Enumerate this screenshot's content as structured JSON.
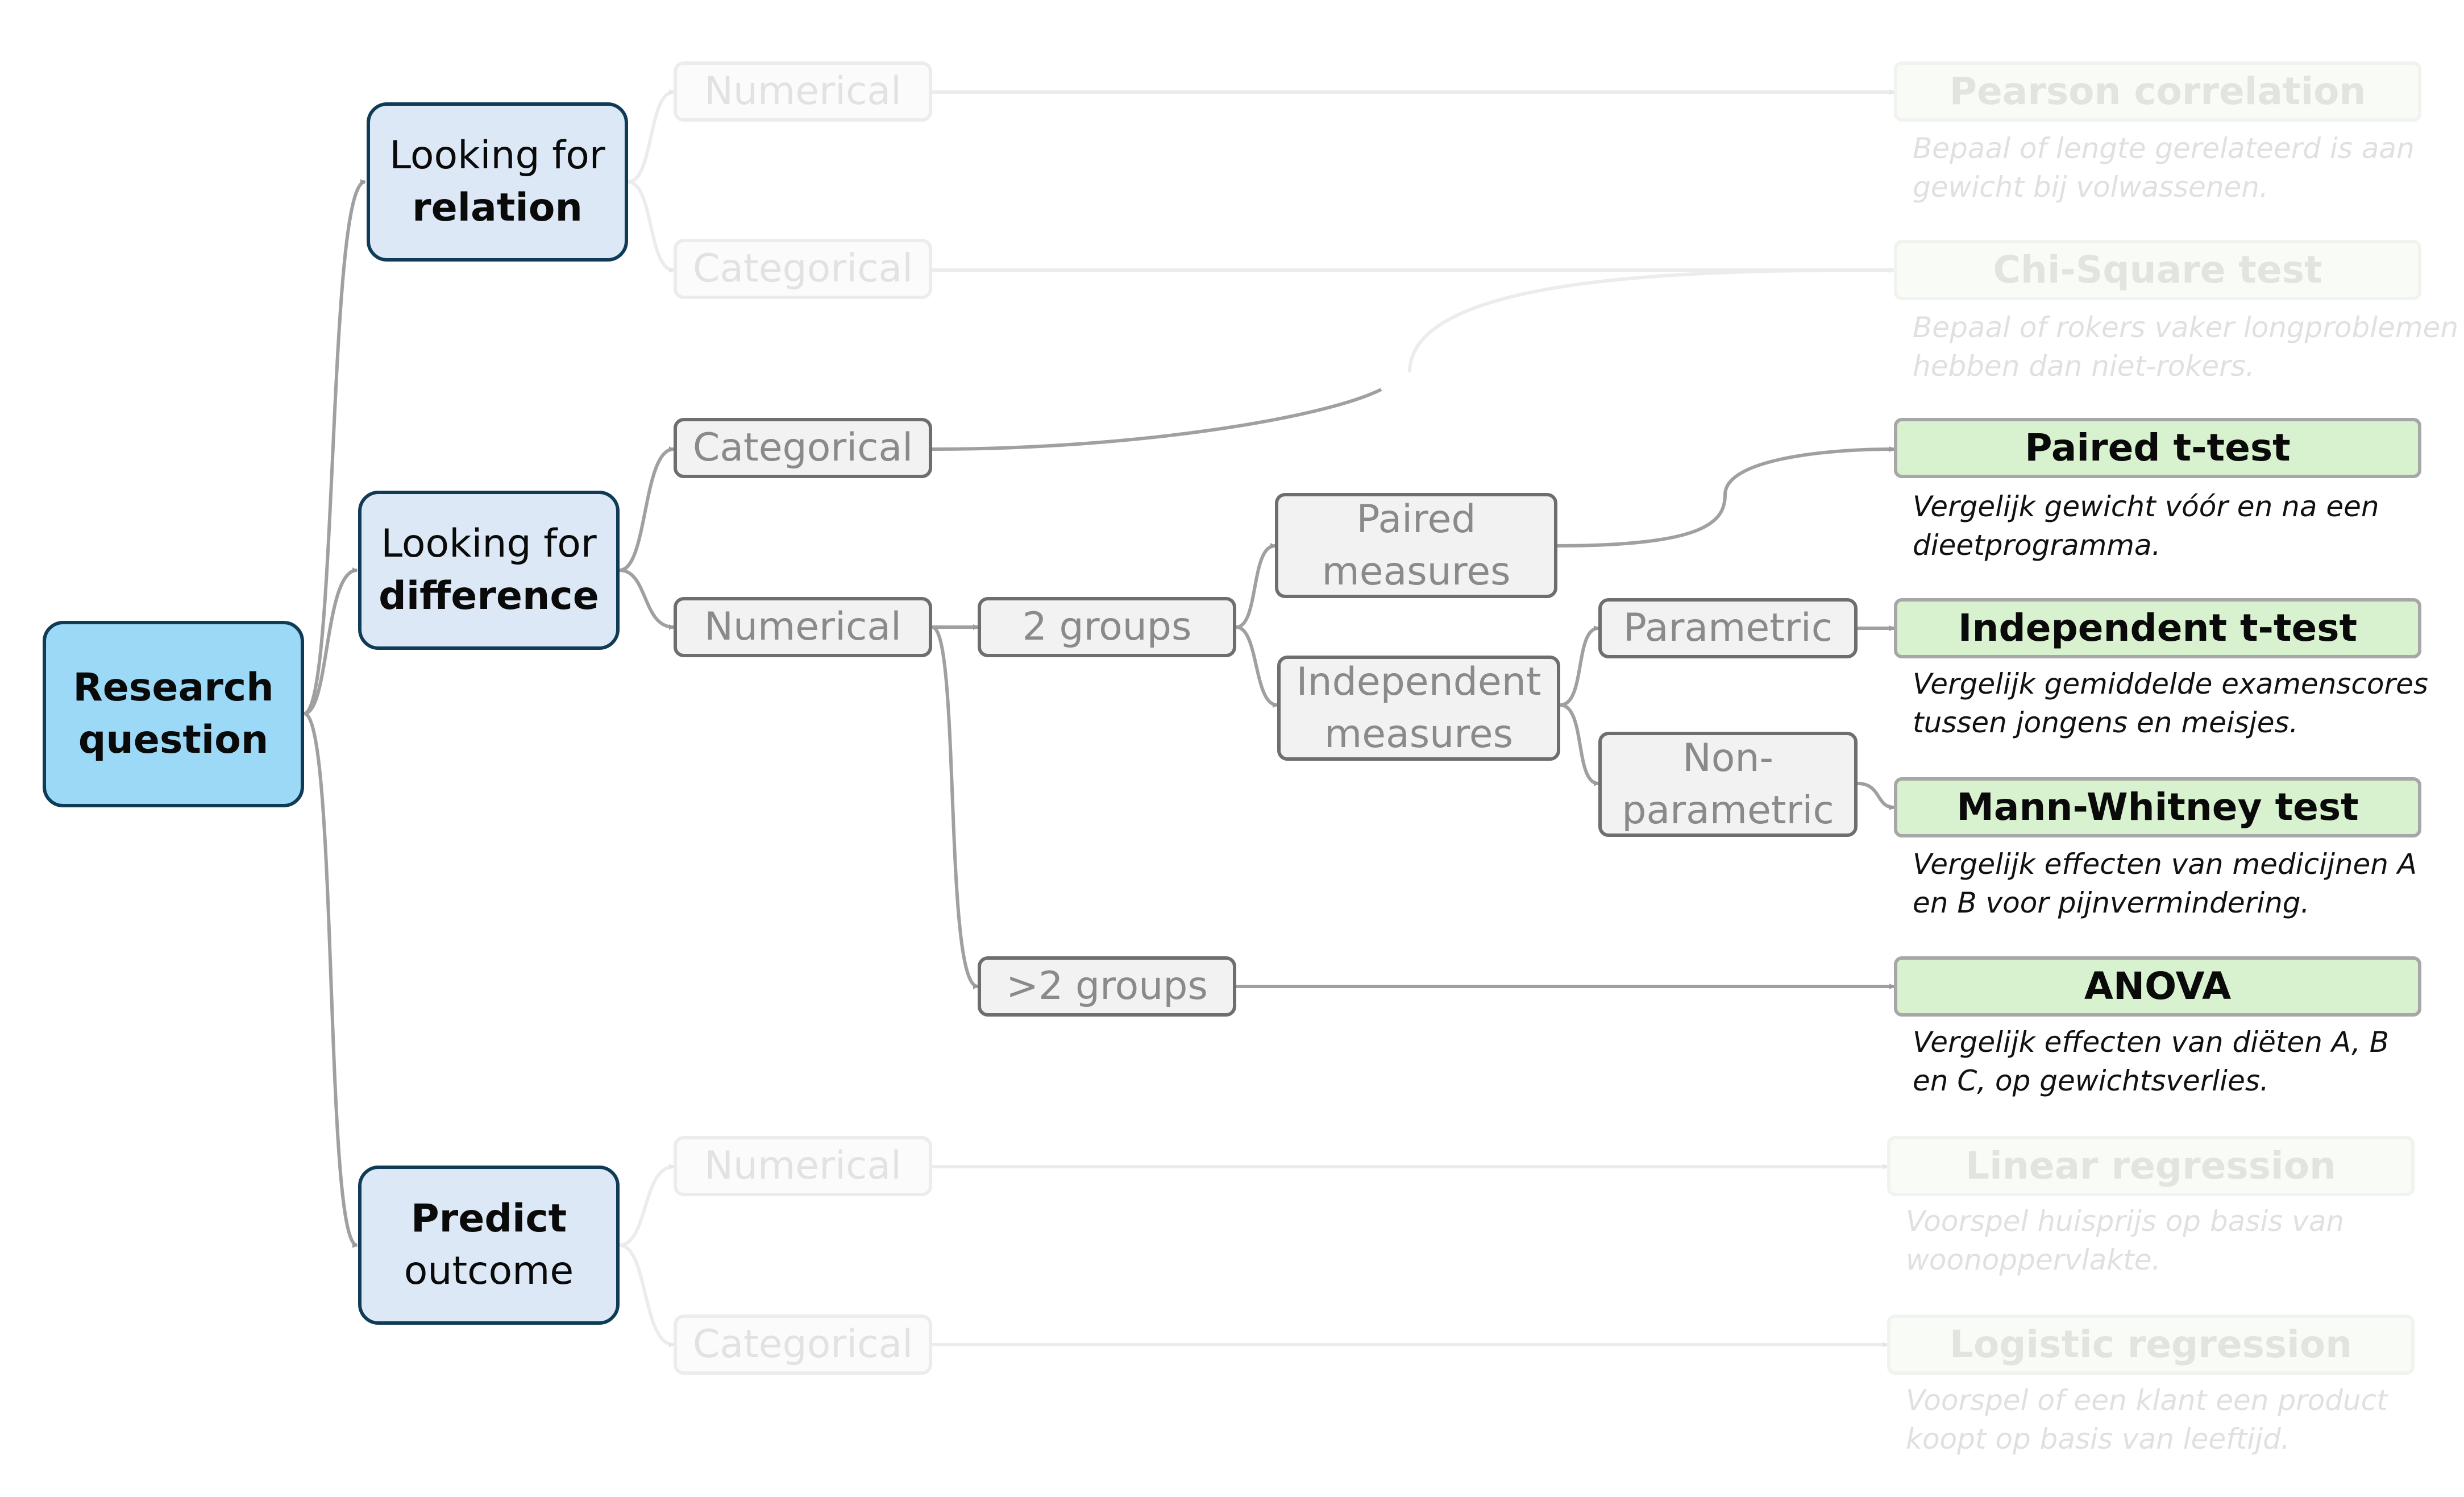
{
  "root": {
    "line1": "Research",
    "line2": "question"
  },
  "relation": {
    "line1": "Looking for",
    "line2": "relation",
    "numerical": "Numerical",
    "categorical": "Categorical"
  },
  "difference": {
    "line1": "Looking for",
    "line2": "difference",
    "categorical": "Categorical",
    "numerical": "Numerical",
    "two_groups": "2 groups",
    "more_groups": ">2 groups",
    "paired_l1": "Paired",
    "paired_l2": "measures",
    "indep_l1": "Independent",
    "indep_l2": "measures",
    "parametric": "Parametric",
    "nonpar_l1": "Non-",
    "nonpar_l2": "parametric"
  },
  "predict": {
    "line1": "Predict",
    "line2": "outcome",
    "numerical": "Numerical",
    "categorical": "Categorical"
  },
  "tests": {
    "pearson": {
      "title": "Pearson correlation",
      "desc1": "Bepaal of lengte gerelateerd is aan",
      "desc2": "gewicht bij volwassenen."
    },
    "chisquare": {
      "title": "Chi-Square test",
      "desc1": "Bepaal of rokers vaker longproblemen",
      "desc2": "hebben dan niet-rokers."
    },
    "paired": {
      "title": "Paired t-test",
      "desc1": "Vergelijk gewicht vóór en na een",
      "desc2": "dieetprogramma."
    },
    "independent": {
      "title": "Independent t-test",
      "desc1": "Vergelijk gemiddelde examenscores",
      "desc2": "tussen jongens en meisjes."
    },
    "mann": {
      "title": "Mann-Whitney test",
      "desc1": "Vergelijk effecten van medicijnen A",
      "desc2": "en B voor pijnvermindering."
    },
    "anova": {
      "title": "ANOVA",
      "desc1": "Vergelijk effecten van diëten A, B",
      "desc2": "en C, op gewichtsverlies."
    },
    "linear": {
      "title": "Linear regression",
      "desc1": "Voorspel huisprijs op basis van",
      "desc2": "woonoppervlakte."
    },
    "logistic": {
      "title": "Logistic regression",
      "desc1": "Voorspel of een klant een product",
      "desc2": "koopt op basis van leeftijd."
    }
  },
  "colors": {
    "root_fill": "#9bd9f7",
    "level1_fill": "#dce8f5",
    "dark_border": "#0f3b56",
    "result_fill": "#d8f1cf",
    "gray_border": "#6e6e6e",
    "connector": "#a0a0a0"
  }
}
